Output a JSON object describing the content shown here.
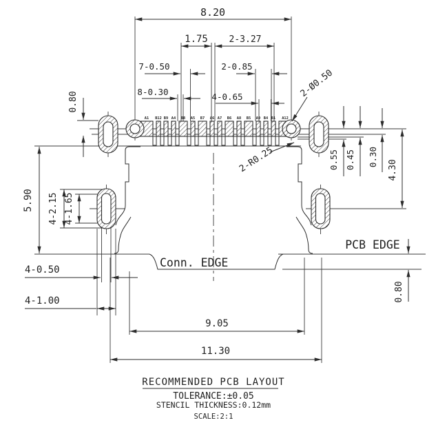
{
  "drawing": {
    "title": "RECOMMENDED PCB LAYOUT",
    "notes": {
      "tolerance": "TOLERANCE:±0.05",
      "stencil": "STENCIL THICKNESS:0.12mm",
      "scale": "SCALE:2:1"
    },
    "annotations": {
      "conn_edge": "Conn. EDGE",
      "pcb_edge": "PCB EDGE",
      "hole_callout": "2-Ø0.50",
      "radius_callout": "2-R0.25"
    },
    "dimensions": {
      "overall_width": "8.20",
      "center_gap": "1.75",
      "outer_pitch": "2-3.27",
      "pad_pitch": "7-0.50",
      "wide_pad": "2-0.85",
      "narrow_pad": "8-0.30",
      "mid_pad": "4-0.65",
      "pad_stub": "0.80",
      "shell_depth": "5.90",
      "slot_outer": "4-2.15",
      "slot_inner": "4-1.65",
      "leg_slot_width": "4-0.50",
      "leg_slot_outer": "4-1.00",
      "right_a": "0.55",
      "right_b": "0.45",
      "right_c": "0.30",
      "right_d": "4.30",
      "edge_offset": "0.80",
      "feet_span": "9.05",
      "slot_span": "11.30"
    },
    "pins": [
      "A1",
      "B12",
      "B9",
      "A4",
      "B8",
      "A5",
      "B7",
      "A6",
      "A7",
      "B6",
      "A8",
      "B5",
      "A9",
      "B4",
      "B1",
      "A12"
    ]
  }
}
